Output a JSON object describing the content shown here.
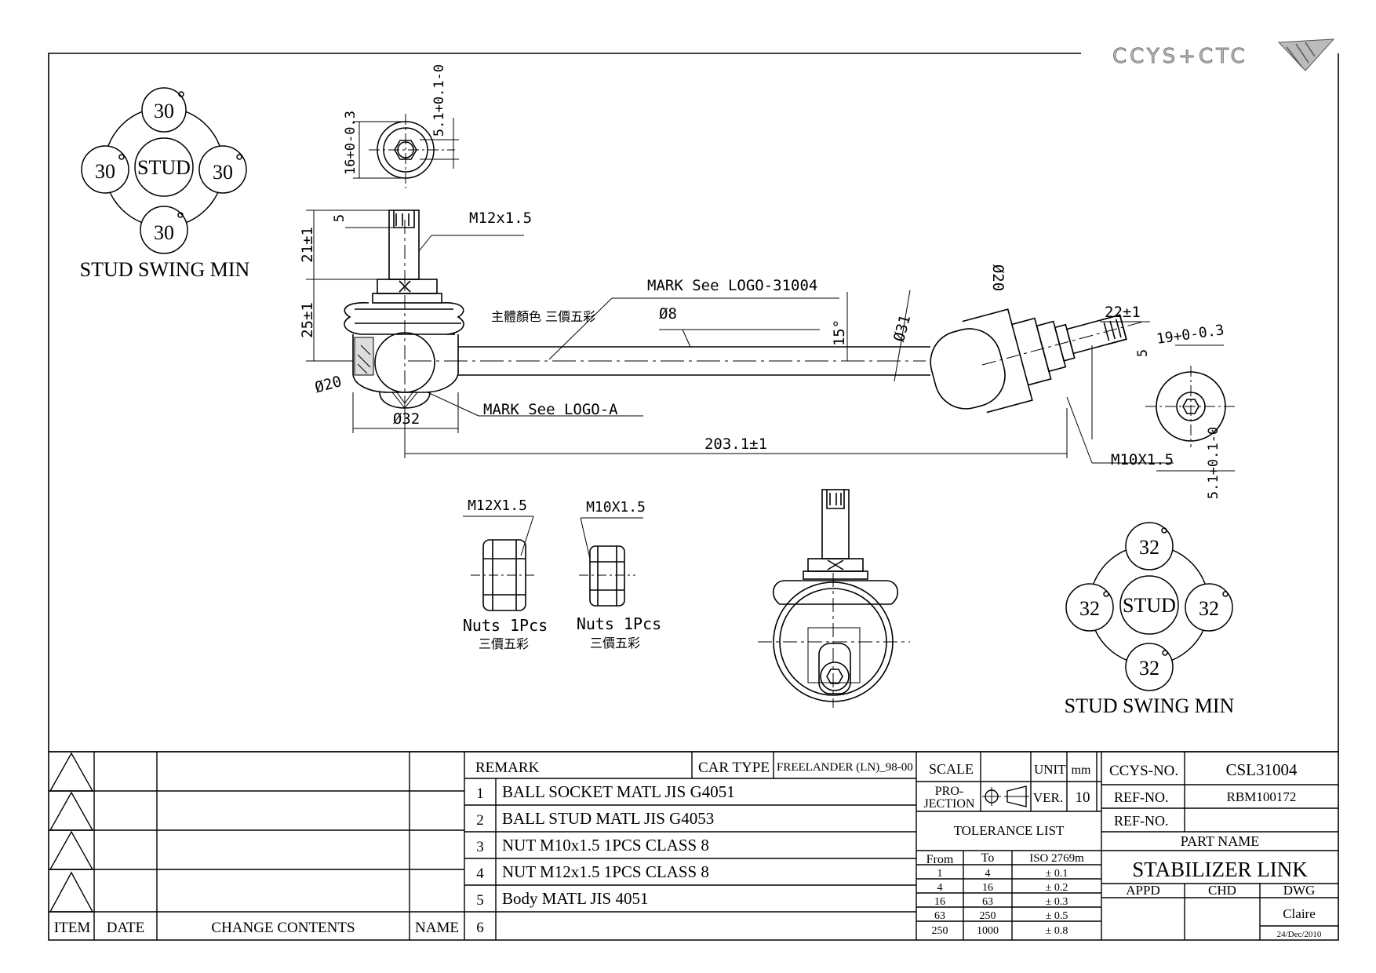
{
  "brand": {
    "logo_text": "CCYS+CTC"
  },
  "swing_top": {
    "stud": "STUD",
    "top": "30",
    "left": "30",
    "right": "30",
    "bottom": "30",
    "degree": "o",
    "caption": "STUD SWING MIN"
  },
  "swing_bottom": {
    "stud": "STUD",
    "top": "32",
    "left": "32",
    "right": "32",
    "bottom": "32",
    "degree": "o",
    "caption": "STUD SWING MIN"
  },
  "dims": {
    "d_5_1_top": "5.1+0.1-0",
    "d_16": "16+0-0.3",
    "d_m12": "M12x1.5",
    "d_5": "5",
    "d_21": "21±1",
    "d_25": "25±1",
    "d_mark_logo": "MARK See LOGO-31004",
    "d_body_color": "主體顏色 三價五彩",
    "d_phi8": "Ø8",
    "d_15deg": "15°",
    "d_phi31": "Ø31",
    "d_phi20_r": "Ø20",
    "d_22": "22±1",
    "d_5_r": "5",
    "d_19": "19+0-0.3",
    "d_phi20_l": "Ø20",
    "d_phi32": "Ø32",
    "d_mark_a": "MARK See LOGO-A",
    "d_203": "203.1±1",
    "d_m10": "M10X1.5",
    "d_5_1_bottom": "5.1+0.1-0"
  },
  "nuts": [
    {
      "thread": "M12X1.5",
      "qty": "Nuts 1Pcs",
      "coating": "三價五彩"
    },
    {
      "thread": "M10X1.5",
      "qty": "Nuts 1Pcs",
      "coating": "三價五彩"
    }
  ],
  "revision": {
    "headers": {
      "item": "ITEM",
      "date": "DATE",
      "contents": "CHANGE CONTENTS",
      "name": "NAME"
    }
  },
  "remark": {
    "label": "REMARK",
    "car_type_label": "CAR TYPE",
    "car_type": "FREELANDER (LN)_98-00",
    "items": [
      {
        "no": "1",
        "text": "BALL SOCKET MATL JIS G4051"
      },
      {
        "no": "2",
        "text": "BALL STUD MATL JIS G4053"
      },
      {
        "no": "3",
        "text": "NUT M10x1.5 1PCS CLASS 8"
      },
      {
        "no": "4",
        "text": "NUT M12x1.5 1PCS CLASS 8"
      },
      {
        "no": "5",
        "text": "Body MATL JIS 4051"
      },
      {
        "no": "6",
        "text": ""
      }
    ]
  },
  "title_block": {
    "scale_label": "SCALE",
    "unit_label": "UNIT",
    "unit": "mm",
    "projection_label_1": "PRO-",
    "projection_label_2": "JECTION",
    "ver_label": "VER.",
    "ver": "10",
    "tolerance_title": "TOLERANCE LIST",
    "tol_headers": {
      "from": "From",
      "to": "To",
      "iso": "ISO 2769m"
    },
    "tolerances": [
      {
        "from": "1",
        "to": "4",
        "tol": "± 0.1"
      },
      {
        "from": "4",
        "to": "16",
        "tol": "± 0.2"
      },
      {
        "from": "16",
        "to": "63",
        "tol": "± 0.3"
      },
      {
        "from": "63",
        "to": "250",
        "tol": "± 0.5"
      },
      {
        "from": "250",
        "to": "1000",
        "tol": "± 0.8"
      }
    ],
    "ccys_label": "CCYS-NO.",
    "ccys_no": "CSL31004",
    "ref_label_1": "REF-NO.",
    "ref_no_1": "RBM100172",
    "ref_label_2": "REF-NO.",
    "ref_no_2": "",
    "part_name_label": "PART NAME",
    "part_name": "STABILIZER LINK",
    "appd": "APPD",
    "chd": "CHD",
    "dwg": "DWG",
    "drawn_by": "Claire",
    "date": "24/Dec/2010"
  }
}
